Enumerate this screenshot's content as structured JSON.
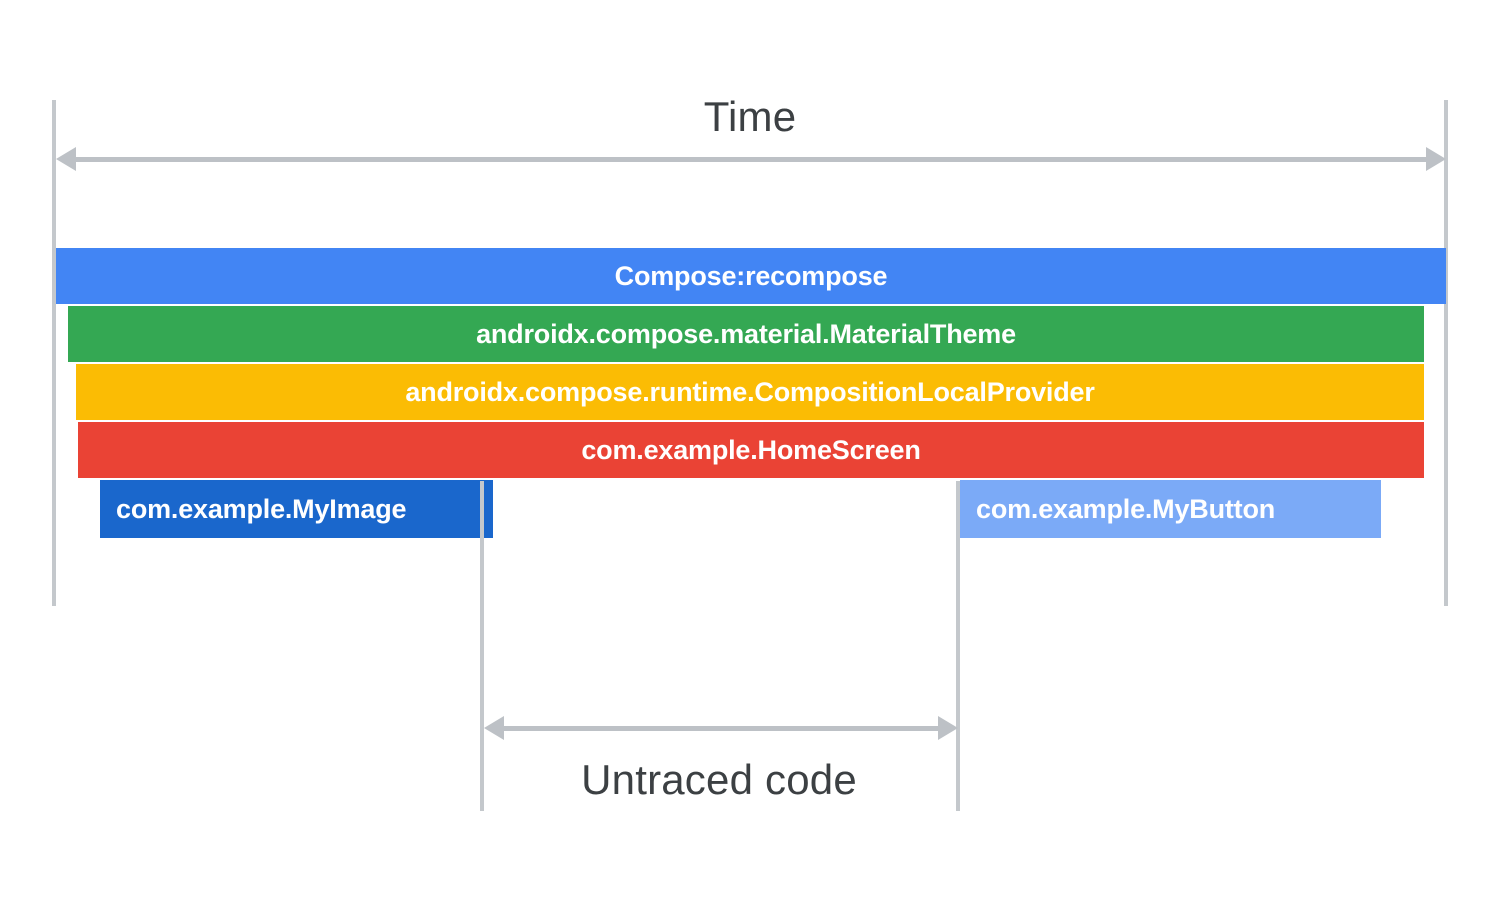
{
  "chart_data": {
    "type": "bar",
    "title": "Time",
    "subtitle": "",
    "xlabel": "Time",
    "ylabel": "",
    "orientation": "horizontal",
    "grid": false,
    "legend": "none",
    "axis_label": "Time",
    "annotation": "Untraced code",
    "x_axis_range": [
      0,
      100
    ],
    "categories": [
      "Compose:recompose",
      "androidx.compose.material.MaterialTheme",
      "androidx.compose.runtime.CompositionLocalProvider",
      "com.example.HomeScreen",
      "com.example.MyImage",
      "com.example.MyButton"
    ],
    "spans": [
      {
        "label": "Compose:recompose",
        "depth": 0,
        "start": 0.0,
        "end": 100.0,
        "color": "#4285f4"
      },
      {
        "label": "androidx.compose.material.MaterialTheme",
        "depth": 1,
        "start": 0.9,
        "end": 98.4,
        "color": "#34a853"
      },
      {
        "label": "androidx.compose.runtime.CompositionLocalProvider",
        "depth": 2,
        "start": 1.4,
        "end": 98.4,
        "color": "#fbbc04"
      },
      {
        "label": "com.example.HomeScreen",
        "depth": 3,
        "start": 1.6,
        "end": 98.4,
        "color": "#ea4335"
      },
      {
        "label": "com.example.MyImage",
        "depth": 4,
        "start": 3.2,
        "end": 30.3,
        "color": "#1a67cc"
      },
      {
        "label": "com.example.MyButton",
        "depth": 4,
        "start": 65.0,
        "end": 94.2,
        "color": "#7baaf7"
      }
    ],
    "untraced_gap": {
      "label": "Untraced code",
      "start": 30.3,
      "end": 65.0
    }
  },
  "axis": {
    "time_label": "Time"
  },
  "bars": {
    "recompose": {
      "label": "Compose:recompose",
      "color": "#4285f4"
    },
    "materialtheme": {
      "label": "androidx.compose.material.MaterialTheme",
      "color": "#34a853"
    },
    "compositionlocalprovider": {
      "label": "androidx.compose.runtime.CompositionLocalProvider",
      "color": "#fbbc04"
    },
    "homescreen": {
      "label": "com.example.HomeScreen",
      "color": "#ea4335"
    },
    "myimage": {
      "label": "com.example.MyImage",
      "color": "#1a67cc"
    },
    "mybutton": {
      "label": "com.example.MyButton",
      "color": "#7baaf7"
    }
  },
  "untraced": {
    "label": "Untraced code"
  },
  "colors": {
    "guide_line": "#c4c8cc",
    "arrow": "#bdc1c6",
    "caption_text": "#3c4043",
    "bar_text": "#ffffff",
    "background": "#ffffff"
  }
}
